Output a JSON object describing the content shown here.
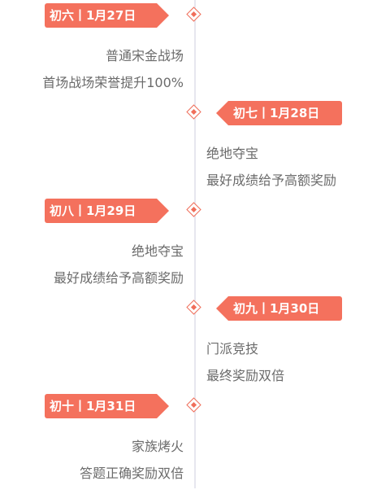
{
  "colors": {
    "accent": "#f4715d",
    "axis": "#e6e6ef",
    "text": "#6b6b6b"
  },
  "events": [
    {
      "date_label": "初六丨1月27日",
      "title": "普通宋金战场",
      "description": "首场战场荣誉提升100%"
    },
    {
      "date_label": "初七丨1月28日",
      "title": "绝地夺宝",
      "description": "最好成绩给予高额奖励"
    },
    {
      "date_label": "初八丨1月29日",
      "title": "绝地夺宝",
      "description": "最好成绩给予高额奖励"
    },
    {
      "date_label": "初九丨1月30日",
      "title": "门派竞技",
      "description": "最终奖励双倍"
    },
    {
      "date_label": "初十丨1月31日",
      "title": "家族烤火",
      "description": "答题正确奖励双倍"
    }
  ]
}
